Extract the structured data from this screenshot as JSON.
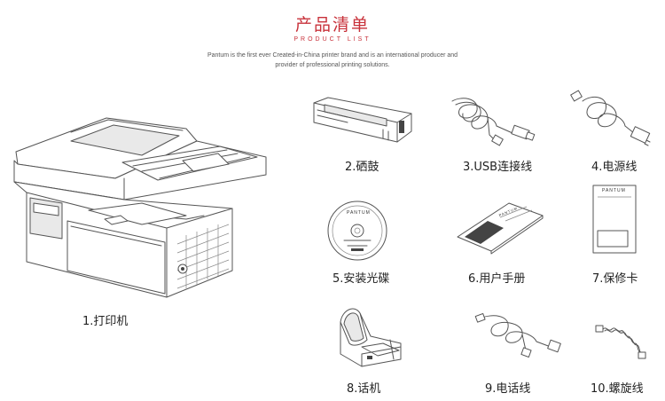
{
  "header": {
    "title": "产品清单",
    "subtitle": "PRODUCT LIST",
    "description_line1": "Pantum is the first ever Created-in-China printer brand and is an international producer and",
    "description_line2": "provider of professional printing solutions."
  },
  "items": [
    {
      "label": "1.打印机",
      "icon": "printer-icon"
    },
    {
      "label": "2.硒鼓",
      "icon": "toner-cartridge-icon"
    },
    {
      "label": "3.USB连接线",
      "icon": "usb-cable-icon"
    },
    {
      "label": "4.电源线",
      "icon": "power-cord-icon"
    },
    {
      "label": "5.安装光碟",
      "icon": "installation-cd-icon",
      "disc_text": "PANTUM"
    },
    {
      "label": "6.用户手册",
      "icon": "user-manual-icon",
      "cover_text": "PANTUM"
    },
    {
      "label": "7.保修卡",
      "icon": "warranty-card-icon",
      "card_text": "PANTUM"
    },
    {
      "label": "8.话机",
      "icon": "telephone-handset-icon"
    },
    {
      "label": "9.电话线",
      "icon": "phone-line-icon"
    },
    {
      "label": "10.螺旋线",
      "icon": "coiled-cord-icon"
    }
  ],
  "colors": {
    "accent": "#c8313a",
    "line": "#555555"
  }
}
